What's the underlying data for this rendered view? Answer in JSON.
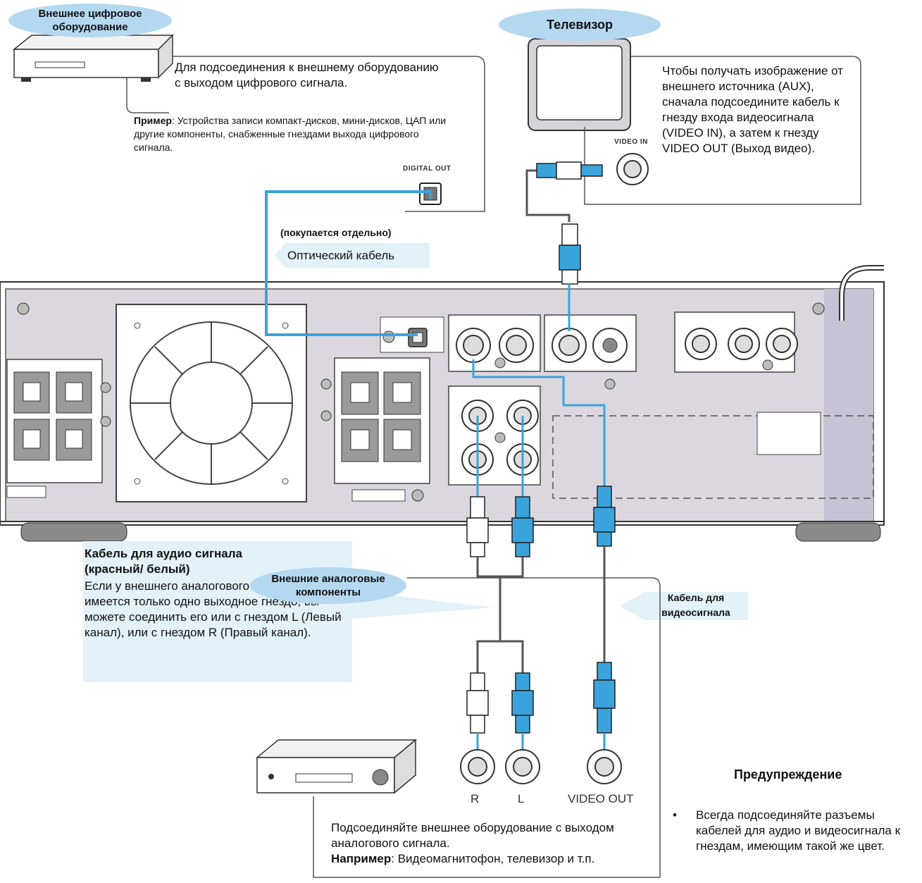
{
  "ovals": {
    "digital_equipment": "Внешнее цифровое оборудование",
    "tv": "Телевизор",
    "analog_components": "Внешние аналоговые компоненты"
  },
  "digital_box": {
    "text": "Для подсоединения к внешнему оборудованию с выходом цифрового сигнала.",
    "example_label": "Пример",
    "example_text": ": Устройства записи компакт-дисков, мини-дисков, ЦАП или другие компоненты, снабженные гнездами выхода цифрового сигнала.",
    "jack_label": "DIGITAL OUT"
  },
  "tv_box": {
    "text": "Чтобы получать изображение от внешнего источника (AUX), сначала подсоедините кабель к гнезду входа видеосигнала (VIDEO IN), а затем к гнезду VIDEO OUT (Выход видео).",
    "jack_label": "VIDEO IN"
  },
  "optical": {
    "sold_separately": "(покупается отдельно)",
    "label": "Оптический кабель"
  },
  "audio_cable": {
    "title_line1": "Кабель для аудио сигнала",
    "title_line2": "(красный/ белый)",
    "text": "Если у внешнего аналогового оборудования имеется только одно выходное гнездо, вы можете соединить его или с гнездом L (Левый канал), или с гнездом R (Правый канал)."
  },
  "video_cable": {
    "label": "Кабель для видеосигнала"
  },
  "analog_box": {
    "jack_r": "R",
    "jack_l": "L",
    "jack_video": "VIDEO OUT",
    "text": "Подсоединяйте внешнее оборудование с выходом аналогового сигнала.",
    "example_label": "Например",
    "example_text": ": Видеомагнитофон, телевизор и т.п."
  },
  "warning": {
    "title": "Предупреждение",
    "bullet": "Всегда подсоединяйте разъемы кабелей для аудио и видеосигнала к гнездам, имеющим такой же цвет."
  },
  "colors": {
    "cable_blue": "#3ba3dc",
    "oval_blue": "#b4d8f0",
    "callout_blue": "#e3f1f9",
    "panel": "#d9d6dc"
  }
}
